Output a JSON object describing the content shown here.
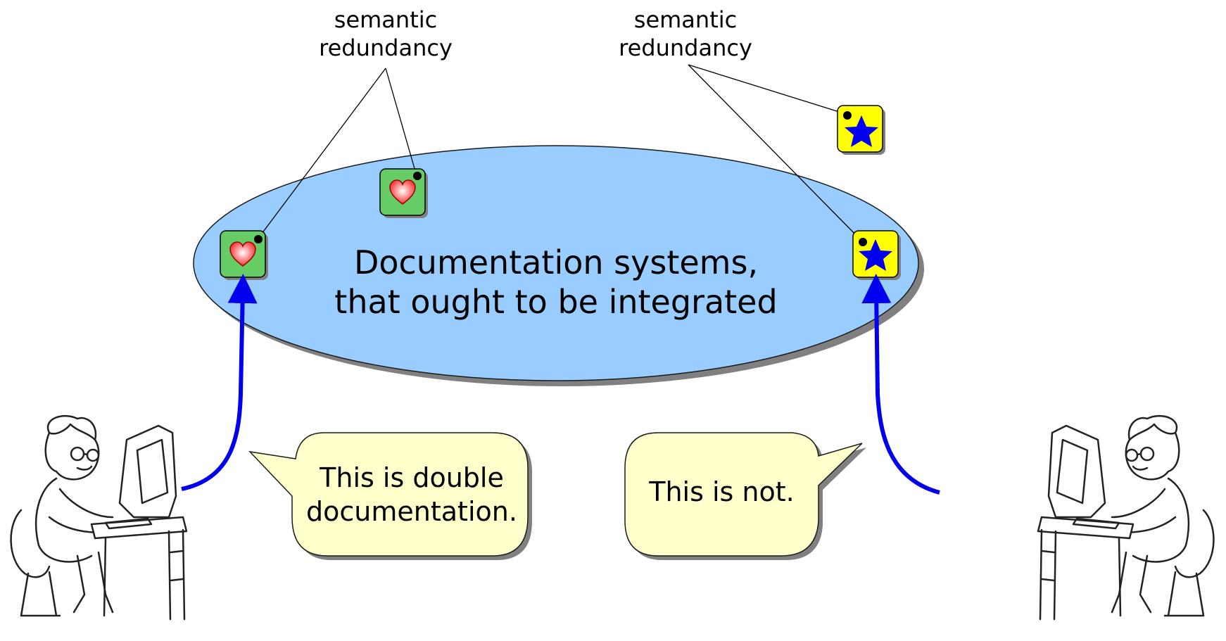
{
  "diagram": {
    "labels": {
      "left_annotation_line1": "semantic",
      "left_annotation_line2": "redundancy",
      "right_annotation_line1": "semantic",
      "right_annotation_line2": "redundancy",
      "ellipse_line1": "Documentation systems,",
      "ellipse_line2": "that ought to be integrated",
      "left_bubble_line1": "This is double",
      "left_bubble_line2": "documentation.",
      "right_bubble_line1": "This is not."
    },
    "icons": {
      "heart_tile": "heart-icon",
      "star_tile": "star-icon",
      "person": "person-at-computer-icon"
    },
    "colors": {
      "ellipse_fill": "#99ccff",
      "heart_tile_fill": "#66cc66",
      "star_tile_fill": "#ffff00",
      "star": "#0000ee",
      "arrow": "#0000ee",
      "bubble_fill": "#ffffcc",
      "shadow": "#808080"
    }
  }
}
